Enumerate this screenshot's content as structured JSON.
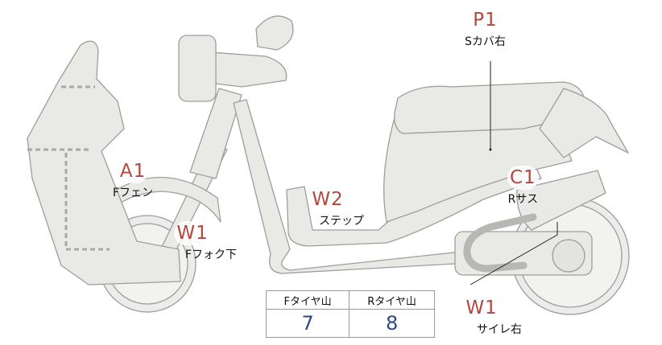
{
  "labels": [
    {
      "code": "P1",
      "part": "Sカバ右"
    },
    {
      "code": "A1",
      "part": "Fフェン"
    },
    {
      "code": "C1",
      "part": "Rサス"
    },
    {
      "code": "W2",
      "part": "ステップ"
    },
    {
      "code": "W1",
      "part": "Fフォク下"
    },
    {
      "code": "W1",
      "part": "サイレ右"
    }
  ],
  "tread_table": {
    "headers": [
      "Fタイヤ山",
      "Rタイヤ山"
    ],
    "values": [
      "7",
      "8"
    ]
  },
  "colors": {
    "body_fill": "#e9e9e6",
    "outline": "#9d9d9d",
    "code_text": "#b3473f",
    "value_text": "#2c4a8a",
    "dash": "#a8a8a8"
  }
}
